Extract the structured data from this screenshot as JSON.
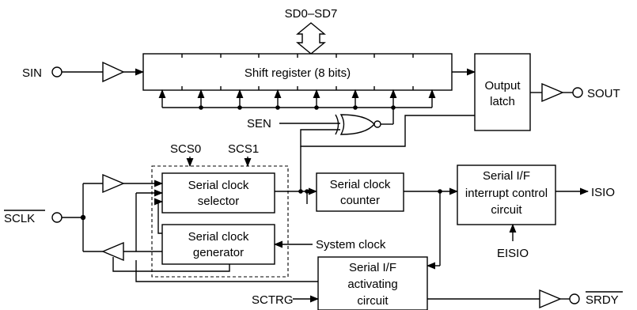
{
  "signals": {
    "sd_bus": "SD0–SD7",
    "sin": "SIN",
    "sout": "SOUT",
    "sen": "SEN",
    "scs0": "SCS0",
    "scs1": "SCS1",
    "sclk": "SCLK",
    "system_clock": "System clock",
    "isio": "ISIO",
    "eisio": "EISIO",
    "sctrg": "SCTRG",
    "srdy": "SRDY"
  },
  "blocks": {
    "shift_register": "Shift register (8 bits)",
    "output_latch": [
      "Output",
      "latch"
    ],
    "serial_clock_selector": [
      "Serial clock",
      "selector"
    ],
    "serial_clock_generator": [
      "Serial clock",
      "generator"
    ],
    "serial_clock_counter": [
      "Serial clock",
      "counter"
    ],
    "interrupt_control": [
      "Serial I/F",
      "interrupt control",
      "circuit"
    ],
    "activating_circuit": [
      "Serial I/F",
      "activating",
      "circuit"
    ]
  }
}
